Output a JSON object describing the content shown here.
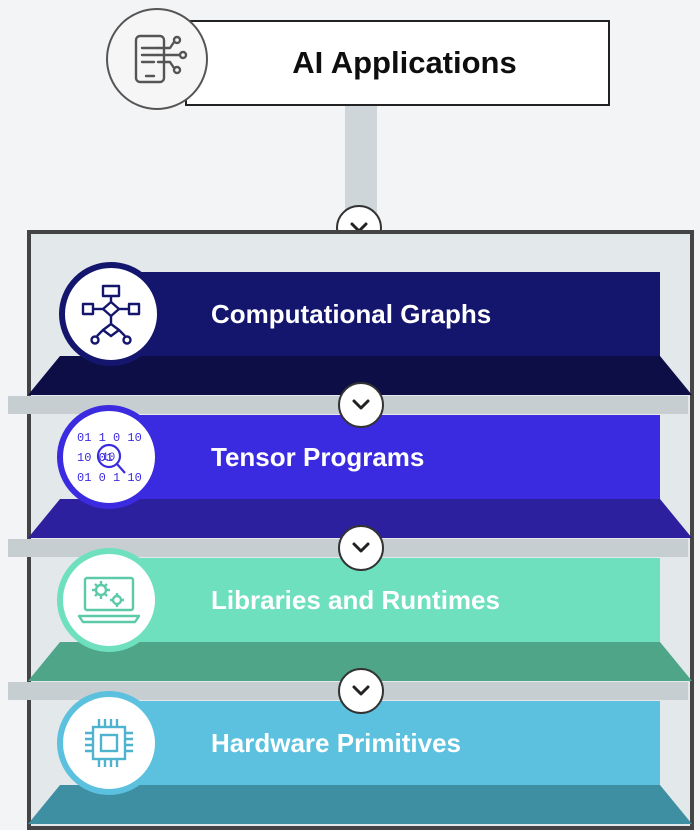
{
  "top": {
    "title": "AI Applications",
    "icon": "ai-app-circuit-icon"
  },
  "layers": [
    {
      "label": "Computational Graphs",
      "icon": "flowchart-icon",
      "front": "#14166e",
      "floor": "#0c0e45",
      "ring": "#14166e"
    },
    {
      "label": "Tensor Programs",
      "icon": "binary-search-icon",
      "front": "#3b2be0",
      "floor": "#2d209e",
      "ring": "#3b2be0"
    },
    {
      "label": "Libraries and Runtimes",
      "icon": "laptop-gears-icon",
      "front": "#6ee0be",
      "floor": "#4fa587",
      "ring": "#6ee0be"
    },
    {
      "label": "Hardware Primitives",
      "icon": "chip-icon",
      "front": "#5bc1de",
      "floor": "#3f8fa3",
      "ring": "#5bc1de"
    }
  ],
  "connector_icon": "chevron-down-icon"
}
